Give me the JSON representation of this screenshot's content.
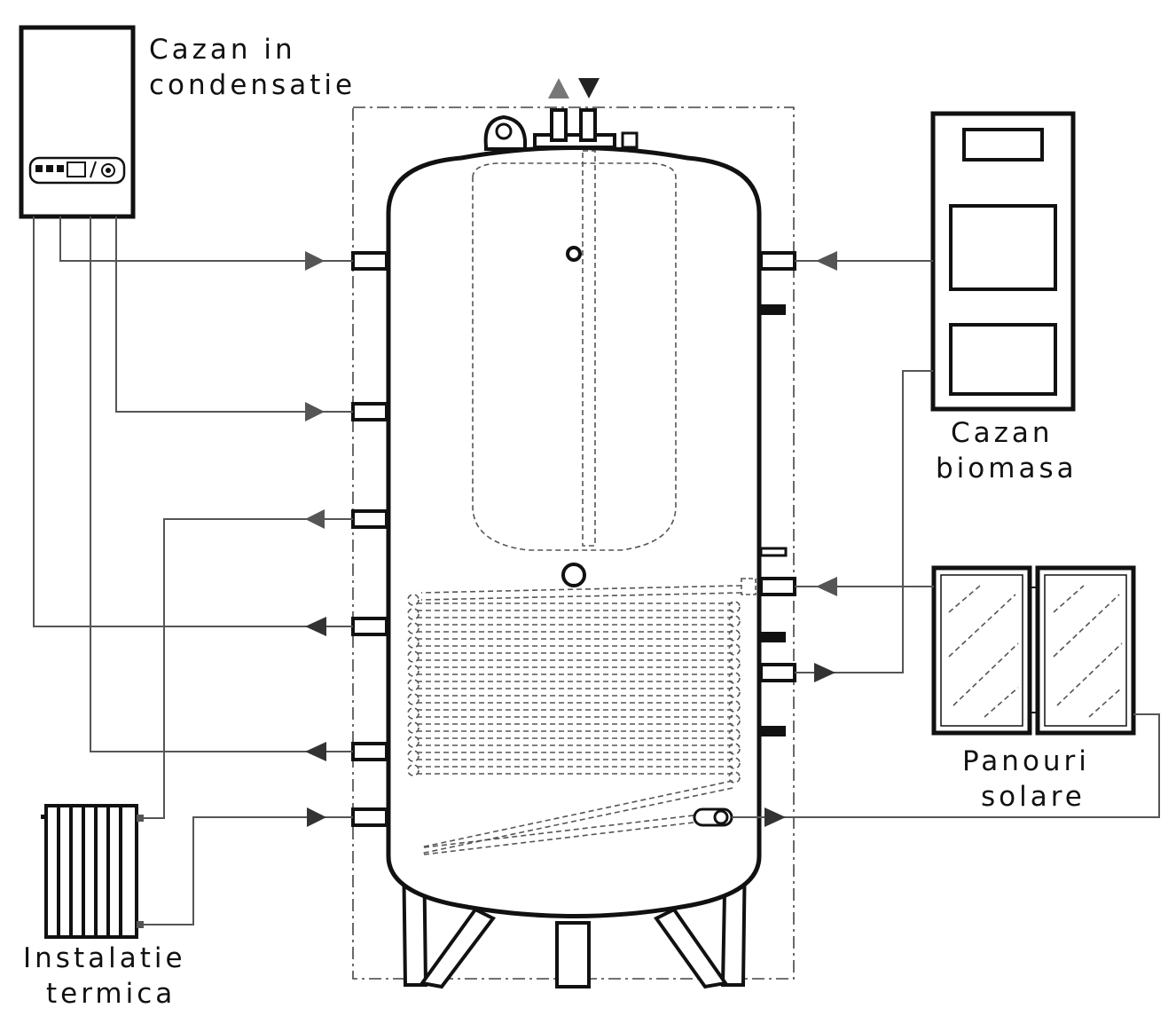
{
  "labels": {
    "condensing_boiler": [
      "Cazan in",
      "condensatie"
    ],
    "biomass_boiler": [
      "Cazan",
      "biomasa"
    ],
    "solar_panels": [
      "Panouri",
      "solare"
    ],
    "heating_installation": [
      "Instalatie",
      "termica"
    ]
  },
  "colors": {
    "line": "#555555",
    "outline": "#111111",
    "arrow": "#555555",
    "arrow_dark": "#333333",
    "background": "#ffffff"
  }
}
